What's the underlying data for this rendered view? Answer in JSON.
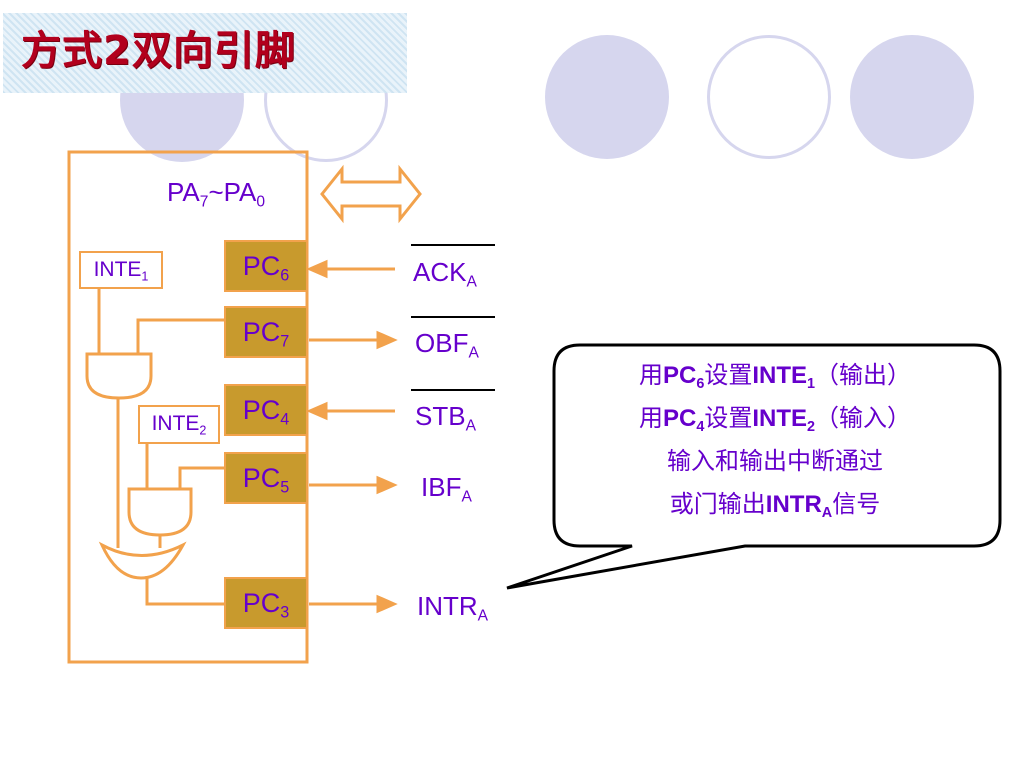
{
  "title": "方式2双向引脚",
  "bus": {
    "label_main": "PA",
    "label_sub1": "7",
    "label_tilde": "~PA",
    "label_sub2": "0"
  },
  "pins": [
    {
      "pc_main": "PC",
      "pc_sub": "6",
      "sig_main": "ACK",
      "sig_sub": "A",
      "direction": "input",
      "overline": true
    },
    {
      "pc_main": "PC",
      "pc_sub": "7",
      "sig_main": "OBF",
      "sig_sub": "A",
      "direction": "output",
      "overline": true
    },
    {
      "pc_main": "PC",
      "pc_sub": "4",
      "sig_main": "STB",
      "sig_sub": "A",
      "direction": "input",
      "overline": true
    },
    {
      "pc_main": "PC",
      "pc_sub": "5",
      "sig_main": "IBF",
      "sig_sub": "A",
      "direction": "output",
      "overline": false
    },
    {
      "pc_main": "PC",
      "pc_sub": "3",
      "sig_main": "INTR",
      "sig_sub": "A",
      "direction": "output",
      "overline": false
    }
  ],
  "inte": [
    {
      "main": "INTE",
      "sub": "1"
    },
    {
      "main": "INTE",
      "sub": "2"
    }
  ],
  "callout": {
    "line1": {
      "a": "用",
      "b": "PC",
      "b_sub": "6",
      "c": "设置",
      "d": "INTE",
      "d_sub": "1",
      "e": "（输出）"
    },
    "line2": {
      "a": "用",
      "b": "PC",
      "b_sub": "4",
      "c": "设置",
      "d": "INTE",
      "d_sub": "2",
      "e": "（输入）"
    },
    "line3": "输入和输出中断通过",
    "line4": {
      "a": "或门输出",
      "b": "INTR",
      "b_sub": "A",
      "c": "信号"
    }
  },
  "colors": {
    "title": "#b2001d",
    "text": "#6600cc",
    "wire": "#f2a24c",
    "pc_fill": "#c89a2d",
    "decor_circle": "#d6d6ee"
  }
}
